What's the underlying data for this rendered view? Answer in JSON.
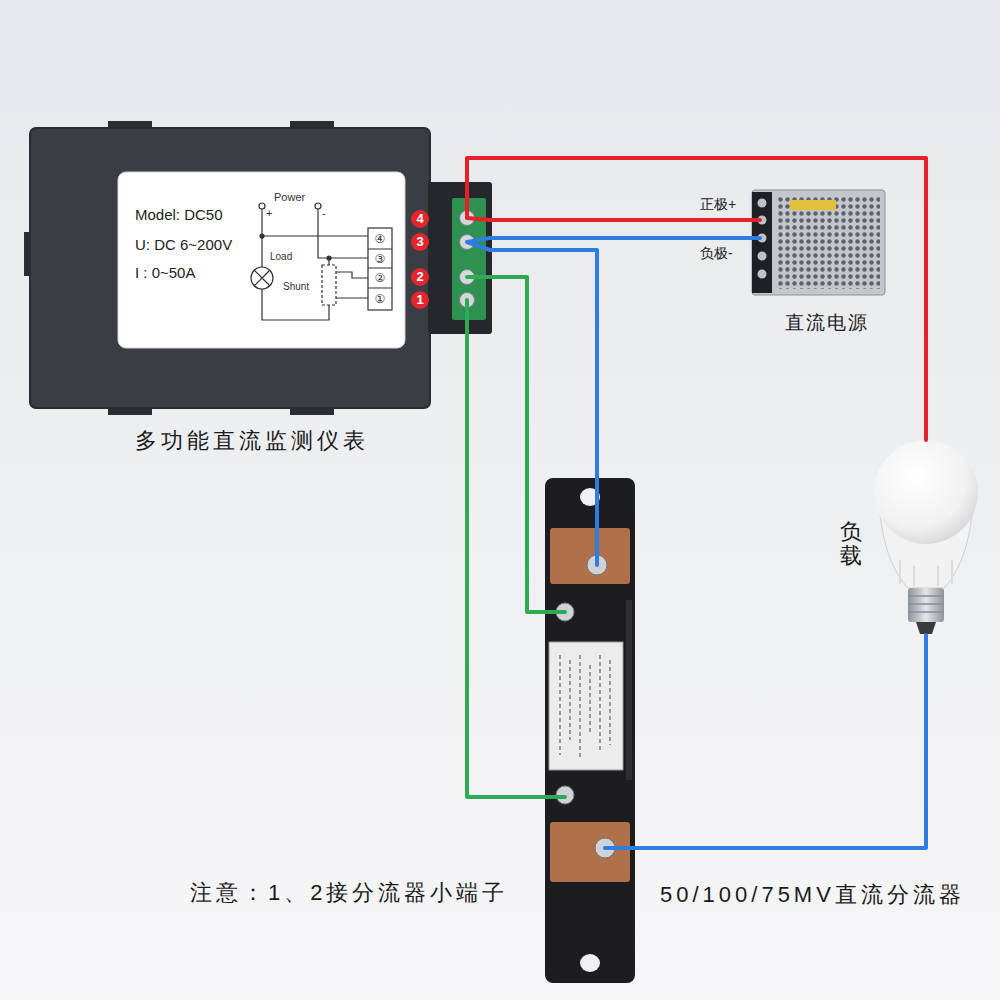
{
  "diagram": {
    "nodes": [
      {
        "text": [
          "多功能直流监测仪表"
        ]
      },
      {
        "text": [
          "Model: DC50",
          "U: DC 6~200V",
          "I : 0~50A"
        ],
        "in": 0
      },
      {
        "text": [
          "直流电源"
        ]
      },
      {
        "text": [
          "负载"
        ]
      },
      {
        "text": [
          "50/100/75MV直流分流器"
        ]
      }
    ],
    "edges": [
      {
        "from": 0,
        "to": 2,
        "arrow": "none",
        "label": "正极+"
      },
      {
        "from": 0,
        "to": 2,
        "arrow": "none",
        "label": "负极-"
      },
      {
        "from": 0,
        "to": 3,
        "arrow": "none"
      },
      {
        "from": 0,
        "to": 4,
        "arrow": "none"
      },
      {
        "from": 0,
        "to": 4,
        "arrow": "none"
      },
      {
        "from": 0,
        "to": 4,
        "arrow": "none"
      },
      {
        "from": 3,
        "to": 4,
        "arrow": "none"
      }
    ],
    "labels": [
      "Power",
      "+",
      "-",
      "Load",
      "Shunt",
      "④",
      "③",
      "②",
      "①",
      "4",
      "3",
      "2",
      "1",
      "注意：1、2接分流器小端子"
    ]
  }
}
